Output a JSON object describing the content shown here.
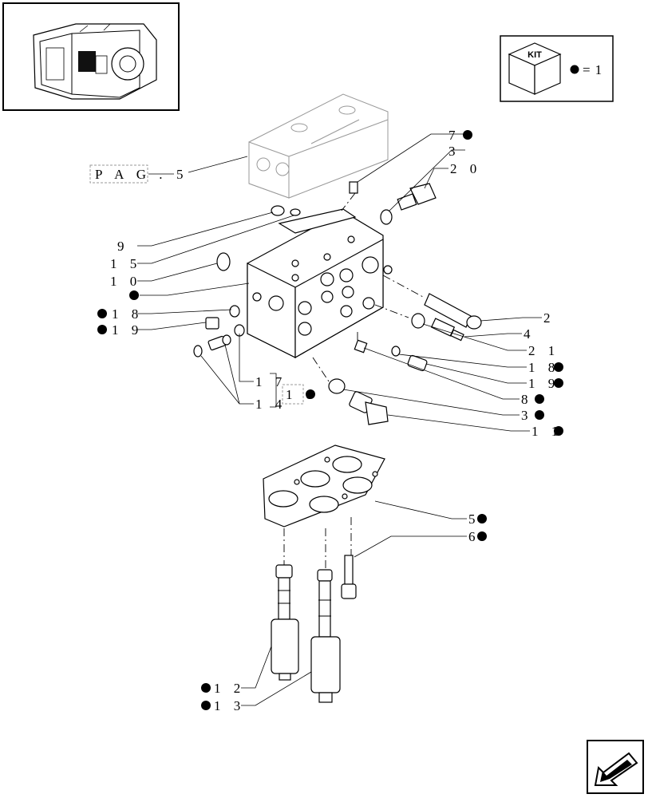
{
  "kit": {
    "box_label": "KIT",
    "legend_value": "=1"
  },
  "reference": {
    "page_label": "P A G .",
    "page_number": "5"
  },
  "callouts": [
    {
      "id": "c-7",
      "text": "7",
      "dot": "after"
    },
    {
      "id": "c-3a",
      "text": "3",
      "dot": "none"
    },
    {
      "id": "c-20",
      "text": "2 0",
      "dot": "none"
    },
    {
      "id": "c-9",
      "text": "9",
      "dot": "none"
    },
    {
      "id": "c-15",
      "text": "1 5",
      "dot": "none"
    },
    {
      "id": "c-10",
      "text": "1 0",
      "dot": "none"
    },
    {
      "id": "c-dot",
      "text": "",
      "dot": "only"
    },
    {
      "id": "c-18a",
      "text": "1 8",
      "dot": "before"
    },
    {
      "id": "c-19a",
      "text": "1 9",
      "dot": "before"
    },
    {
      "id": "c-2",
      "text": "2",
      "dot": "none"
    },
    {
      "id": "c-4",
      "text": "4",
      "dot": "none"
    },
    {
      "id": "c-21",
      "text": "2 1",
      "dot": "none"
    },
    {
      "id": "c-18b",
      "text": "1 8",
      "dot": "after"
    },
    {
      "id": "c-19b",
      "text": "1 9",
      "dot": "after"
    },
    {
      "id": "c-8",
      "text": "8",
      "dot": "after"
    },
    {
      "id": "c-3b",
      "text": "3",
      "dot": "after"
    },
    {
      "id": "c-11",
      "text": "1 1",
      "dot": "after"
    },
    {
      "id": "c-17",
      "text": "1 7",
      "dot": "none"
    },
    {
      "id": "c-14",
      "text": "1 4",
      "dot": "none"
    },
    {
      "id": "c-16",
      "text": "1 6",
      "dot": "after"
    },
    {
      "id": "c-5",
      "text": "5",
      "dot": "after"
    },
    {
      "id": "c-6",
      "text": "6",
      "dot": "after"
    },
    {
      "id": "c-12",
      "text": "1 2",
      "dot": "before"
    },
    {
      "id": "c-13",
      "text": "1 3",
      "dot": "before"
    }
  ],
  "icons": {
    "thumbnail": "transmission-housing-thumbnail",
    "kit": "kit-cube-icon",
    "nav": "next-page-arrow-icon"
  }
}
